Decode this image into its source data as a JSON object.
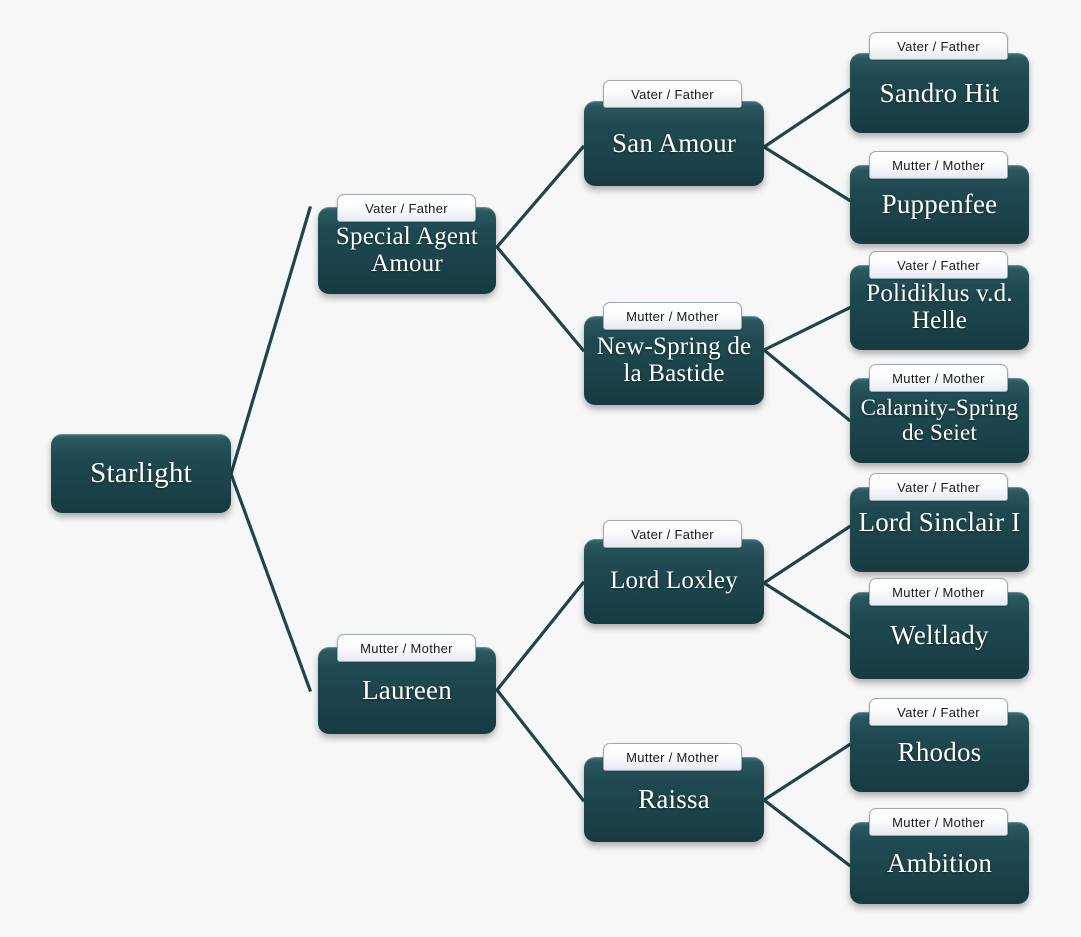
{
  "diagram": {
    "title": "Starlight pedigree chart",
    "type": "pedigree-tree",
    "background_color": "#f7f7f7",
    "node_color": "#1b4248",
    "connector_color": "#1d454b",
    "tab_labels": {
      "father": "Vater / Father",
      "mother": "Mutter / Mother"
    }
  },
  "nodes": {
    "root": {
      "name": "Starlight",
      "tab": ""
    },
    "gen1": [
      {
        "name": "Special Agent Amour",
        "tab": "Vater / Father"
      },
      {
        "name": "Laureen",
        "tab": "Mutter / Mother"
      }
    ],
    "gen2": [
      {
        "name": "San Amour",
        "tab": "Vater / Father"
      },
      {
        "name": "New-Spring de la Bastide",
        "tab": "Mutter / Mother"
      },
      {
        "name": "Lord Loxley",
        "tab": "Vater / Father"
      },
      {
        "name": "Raissa",
        "tab": "Mutter / Mother"
      }
    ],
    "gen3": [
      {
        "name": "Sandro Hit",
        "tab": "Vater / Father"
      },
      {
        "name": "Puppenfee",
        "tab": "Mutter / Mother"
      },
      {
        "name": "Polidiklus v.d. Helle",
        "tab": "Vater / Father"
      },
      {
        "name": "Calarnity-Spring de Seiet",
        "tab": "Mutter / Mother"
      },
      {
        "name": "Lord Sinclair I",
        "tab": "Vater / Father"
      },
      {
        "name": "Weltlady",
        "tab": "Mutter / Mother"
      },
      {
        "name": "Rhodos",
        "tab": "Vater / Father"
      },
      {
        "name": "Ambition",
        "tab": "Mutter / Mother"
      }
    ]
  }
}
